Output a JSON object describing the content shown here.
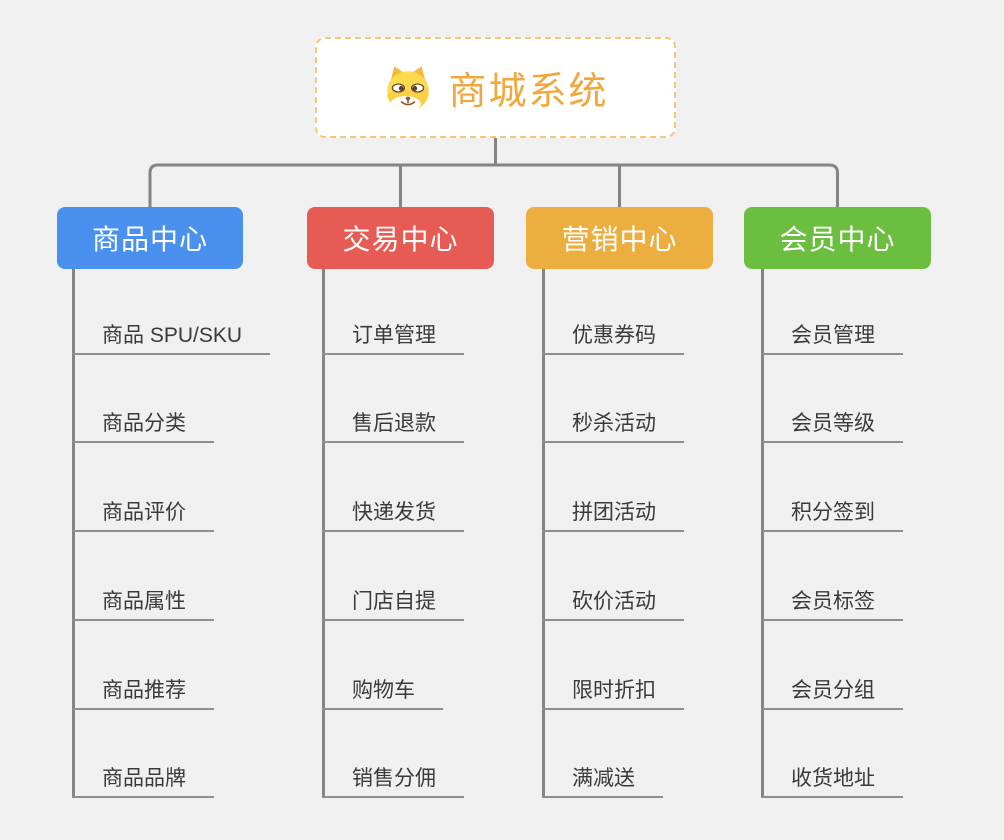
{
  "canvas": {
    "background": "#f0f0f0",
    "connector_color": "#848484",
    "leaf_underline_color": "#8e8e8e",
    "leaf_text_color": "#3a3a3a"
  },
  "root": {
    "title": "商城系统",
    "icon": "doge-icon",
    "text_color": "#f0a73d",
    "border_color": "#f6c47a",
    "background": "#ffffff"
  },
  "branches": [
    {
      "label": "商品中心",
      "color": "#4a90ee",
      "children": [
        "商品 SPU/SKU",
        "商品分类",
        "商品评价",
        "商品属性",
        "商品推荐",
        "商品品牌"
      ]
    },
    {
      "label": "交易中心",
      "color": "#e65b54",
      "children": [
        "订单管理",
        "售后退款",
        "快递发货",
        "门店自提",
        "购物车",
        "销售分佣"
      ]
    },
    {
      "label": "营销中心",
      "color": "#ecae3e",
      "children": [
        "优惠券码",
        "秒杀活动",
        "拼团活动",
        "砍价活动",
        "限时折扣",
        "满减送"
      ]
    },
    {
      "label": "会员中心",
      "color": "#6cbe40",
      "children": [
        "会员管理",
        "会员等级",
        "积分签到",
        "会员标签",
        "会员分组",
        "收货地址"
      ]
    }
  ]
}
